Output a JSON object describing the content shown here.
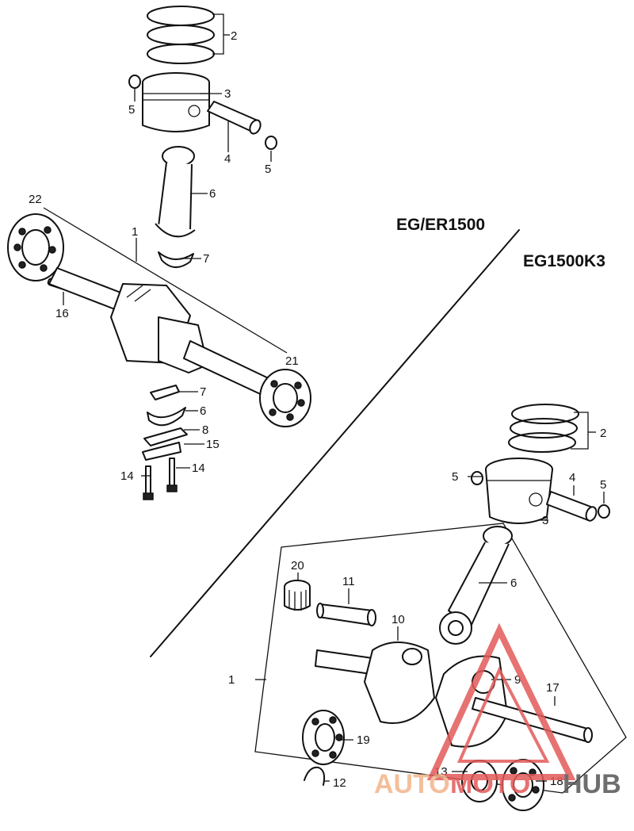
{
  "models": {
    "upper": "EG/ER1500",
    "lower": "EG1500K3"
  },
  "upper_callouts": {
    "c1": "1",
    "c2": "2",
    "c3": "3",
    "c4": "4",
    "c5a": "5",
    "c5b": "5",
    "c6a": "6",
    "c6b": "6",
    "c7a": "7",
    "c7b": "7",
    "c8": "8",
    "c14a": "14",
    "c14b": "14",
    "c15": "15",
    "c16": "16",
    "c21": "21",
    "c22": "22"
  },
  "lower_callouts": {
    "c1": "1",
    "c2": "2",
    "c3": "3",
    "c4": "4",
    "c5a": "5",
    "c5b": "5",
    "c6": "6",
    "c9": "9",
    "c10": "10",
    "c11": "11",
    "c12": "12",
    "c13": "13",
    "c17": "17",
    "c18": "18",
    "c19": "19",
    "c20": "20"
  },
  "watermark": {
    "left": "AUTO",
    "middle": "MOTO",
    "right": "HUB",
    "color_main": "#f2b48a",
    "color_accent": "#e35a5a",
    "color_right": "#555555"
  }
}
